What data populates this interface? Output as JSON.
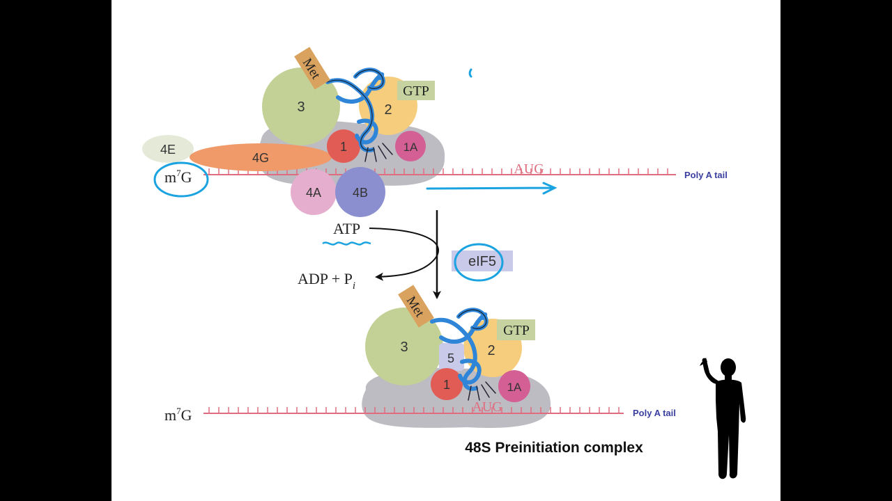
{
  "top_complex": {
    "factors": {
      "eif3": "3",
      "eif2": "2",
      "eif1": "1",
      "eif1a": "1A",
      "eif4e": "4E",
      "eif4g": "4G",
      "eif4a": "4A",
      "eif4b": "4B"
    },
    "met_label": "Met",
    "gtp_label": "GTP",
    "cap_label": "m",
    "cap_superscript": "7",
    "cap_suffix": "G",
    "start_codon": "AUG",
    "poly_a_label": "Poly A tail"
  },
  "step": {
    "atp_label": "ATP",
    "products_label": "ADP + P",
    "products_subscript": "i",
    "factor_box_label": "eIF5"
  },
  "bottom_complex": {
    "factors": {
      "eif3": "3",
      "eif2": "2",
      "eif5": "5",
      "eif1": "1",
      "eif1a": "1A"
    },
    "met_label": "Met",
    "gtp_label": "GTP",
    "cap_label": "m",
    "cap_superscript": "7",
    "cap_suffix": "G",
    "start_codon": "AUG",
    "poly_a_label": "Poly A tail",
    "caption": "48S Preinitiation complex"
  },
  "colors": {
    "background": "#ffffff",
    "letterbox": "#000000",
    "mrna": "#e06d7f",
    "ribosome": "#b9b8bf",
    "eif3": "#c3d196",
    "eif2": "#f5cd7c",
    "eif1": "#e15c55",
    "eif1a": "#d35f94",
    "eif4e": "#e4ead7",
    "eif4g": "#f09a6a",
    "eif4a": "#e5aece",
    "eif4b": "#8c8fcf",
    "eif5": "#c9c9e9",
    "met_tag": "#d9a25f",
    "gtp_box": "#c6d29f",
    "trna": "#2f86d8",
    "annotation_ink": "#1aa3e0",
    "poly_a_text": "#3a3fa0"
  },
  "icons": [
    "person-silhouette-icon",
    "trna-icon",
    "reaction-arrow-icon"
  ]
}
